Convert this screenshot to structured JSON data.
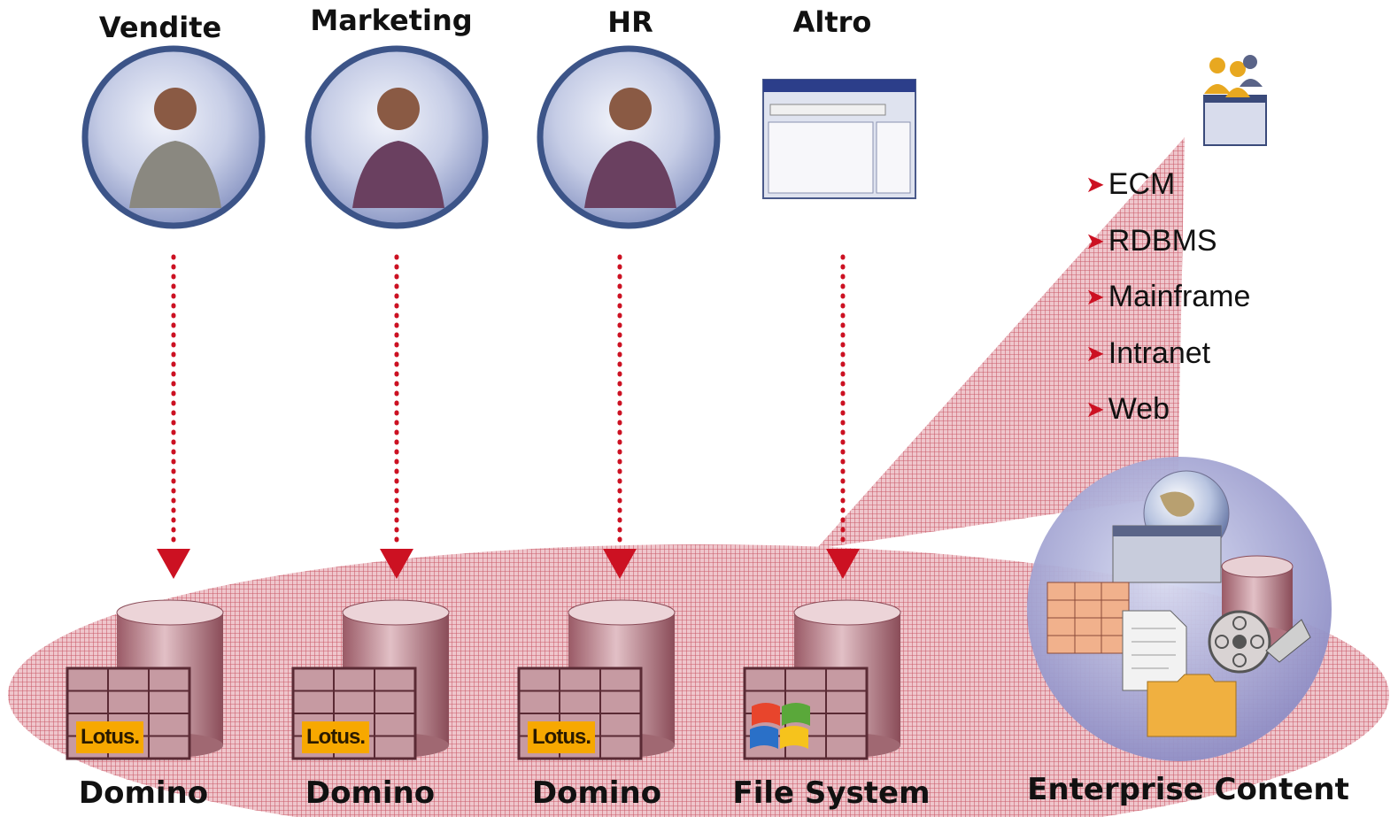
{
  "groups": [
    {
      "label": "Vendite"
    },
    {
      "label": "Marketing"
    },
    {
      "label": "HR"
    },
    {
      "label": "Altro"
    }
  ],
  "stores": [
    {
      "label": "Domino",
      "badge": "Lotus."
    },
    {
      "label": "Domino",
      "badge": "Lotus."
    },
    {
      "label": "Domino",
      "badge": "Lotus."
    },
    {
      "label": "File System",
      "badge": ""
    }
  ],
  "enterprise": {
    "label": "Enterprise Content",
    "sources": [
      "ECM",
      "RDBMS",
      "Mainframe",
      "Intranet",
      "Web"
    ]
  },
  "colors": {
    "accent": "#cc1122",
    "platform": "#e8b8c0",
    "platform_stripe": "#c05060",
    "photo_ring": "#3c5488",
    "lotus": "#f7a800"
  },
  "icons": {
    "people": [
      "businessman-photo",
      "call-agent-photo",
      "phone-woman-photo",
      "application-window-icon"
    ],
    "team": "team-icon",
    "windows": "windows-logo-icon"
  }
}
